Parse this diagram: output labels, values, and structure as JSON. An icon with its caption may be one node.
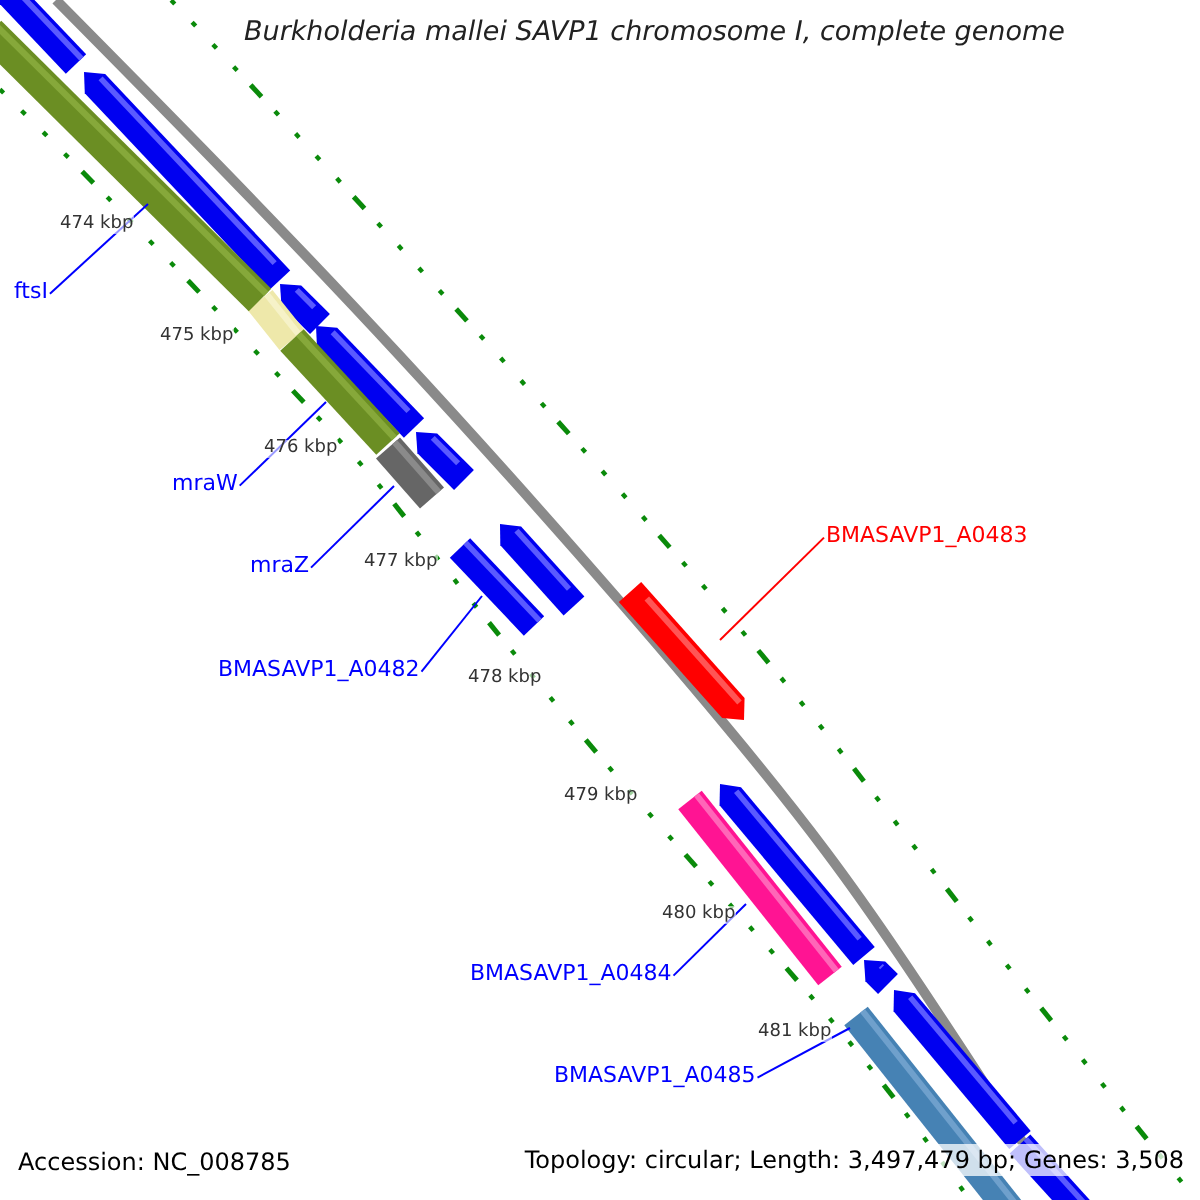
{
  "diagram": {
    "title": "Burkholderia mallei SAVP1 chromosome I, complete genome",
    "nodes": [
      {
        "text": [
          "ftsI"
        ]
      },
      {
        "text": [
          "mraW"
        ]
      },
      {
        "text": [
          "mraZ"
        ]
      },
      {
        "text": [
          "BMASAVP1_A0482"
        ]
      },
      {
        "text": [
          "BMASAVP1_A0483"
        ]
      },
      {
        "text": [
          "BMASAVP1_A0484"
        ]
      },
      {
        "text": [
          "BMASAVP1_A0485"
        ]
      },
      {
        "text": [],
        "shape": "bar"
      },
      {
        "text": [],
        "shape": "bar"
      },
      {
        "text": [],
        "shape": "bar"
      },
      {
        "text": [],
        "shape": "bar"
      },
      {
        "text": [],
        "shape": "bar"
      },
      {
        "text": [],
        "shape": "bar"
      },
      {
        "text": [],
        "shape": "bar"
      }
    ],
    "edges": [
      {
        "from": 0,
        "to": 7,
        "arrow": "none"
      },
      {
        "from": 1,
        "to": 8,
        "arrow": "none"
      },
      {
        "from": 2,
        "to": 9,
        "arrow": "none"
      },
      {
        "from": 3,
        "to": 10,
        "arrow": "none"
      },
      {
        "from": 4,
        "to": 11,
        "arrow": "none",
        "color": "#ff0000"
      },
      {
        "from": 5,
        "to": 12,
        "arrow": "none"
      },
      {
        "from": 6,
        "to": 13,
        "arrow": "none"
      }
    ],
    "labels": [
      "474 kbp",
      "475 kbp",
      "476 kbp",
      "477 kbp",
      "478 kbp",
      "479 kbp",
      "480 kbp",
      "481 kbp",
      "Accession: NC_008785",
      "Topology: circular; Length: 3,497,479 bp; Genes: 3,508"
    ]
  }
}
